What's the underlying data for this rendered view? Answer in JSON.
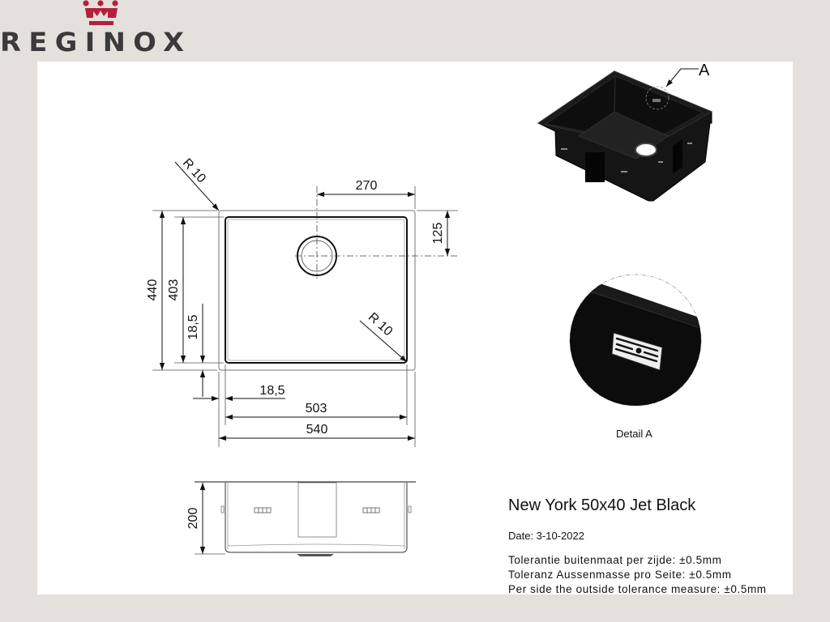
{
  "brand": {
    "name": "REGINOX",
    "crown_color": "#b5203a",
    "text_color": "#3a393b"
  },
  "drawing": {
    "top_view": {
      "dimensions": {
        "corner_radius_top": "R 10",
        "corner_radius_bottom": "R 10",
        "drain_offset_x": "270",
        "drain_offset_y": "125",
        "outer_depth": "440",
        "inner_depth": "403",
        "flange_vertical": "18,5",
        "flange_horizontal": "18,5",
        "inner_width": "503",
        "outer_width": "540"
      }
    },
    "side_view": {
      "dimensions": {
        "height": "200"
      }
    },
    "iso_view": {
      "callout": "A"
    },
    "detail": {
      "label": "Detail A"
    }
  },
  "title_block": {
    "product_name": "New York 50x40 Jet Black",
    "date": "Date: 3-10-2022",
    "tolerances": [
      "Tolerantie buitenmaat per zijde: ±0.5mm",
      "Toleranz Aussenmasse pro Seite: ±0.5mm",
      "Per side the outside tolerance measure: ±0.5mm"
    ]
  }
}
